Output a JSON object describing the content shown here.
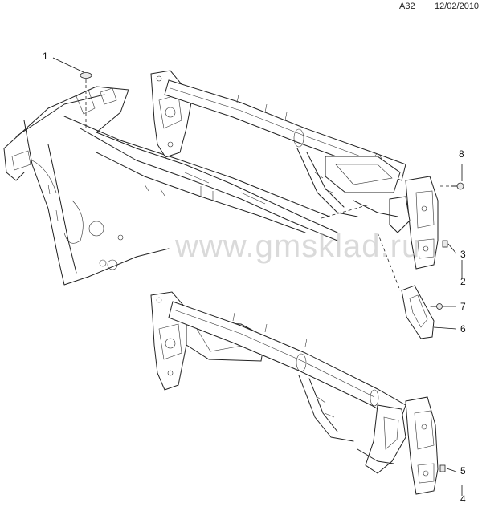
{
  "header": {
    "page_code": "A32",
    "date": "12/02/2010"
  },
  "watermark": "www.gmsklad.ru",
  "callouts": [
    "1",
    "2",
    "3",
    "4",
    "5",
    "6",
    "7",
    "8"
  ]
}
